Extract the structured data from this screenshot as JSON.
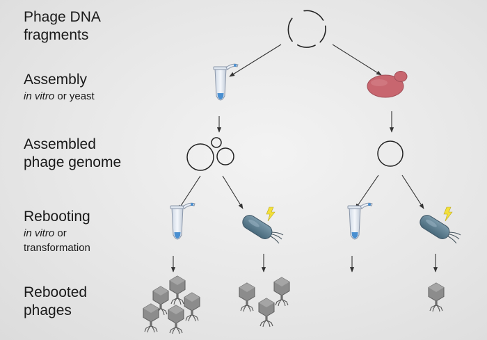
{
  "steps": {
    "fragments": {
      "line1": "Phage DNA",
      "line2": "fragments"
    },
    "assembly": {
      "title": "Assembly",
      "sub_italic": "in vitro",
      "sub_rest": " or yeast"
    },
    "assembled": {
      "line1": "Assembled",
      "line2": "phage genome"
    },
    "rebooting": {
      "title": "Rebooting",
      "sub_italic": "in vitro",
      "sub_rest": " or",
      "sub_line2": "transformation"
    },
    "rebooted": {
      "line1": "Rebooted",
      "line2": "phages"
    }
  },
  "icons": {
    "fragments": "dna-fragments-circle-icon",
    "tube": "microcentrifuge-tube-icon",
    "yeast": "yeast-cell-icon",
    "genome": "circular-genome-icon",
    "bacterium": "bacterium-electroporation-icon",
    "phage": "bacteriophage-icon"
  },
  "colors": {
    "arrow": "#333333",
    "tube_liquid": "#4a8fd0",
    "yeast": "#c8666f",
    "bacterium": "#5a7d8f",
    "lightning": "#f3e03b",
    "phage": "#8a8a8a"
  }
}
